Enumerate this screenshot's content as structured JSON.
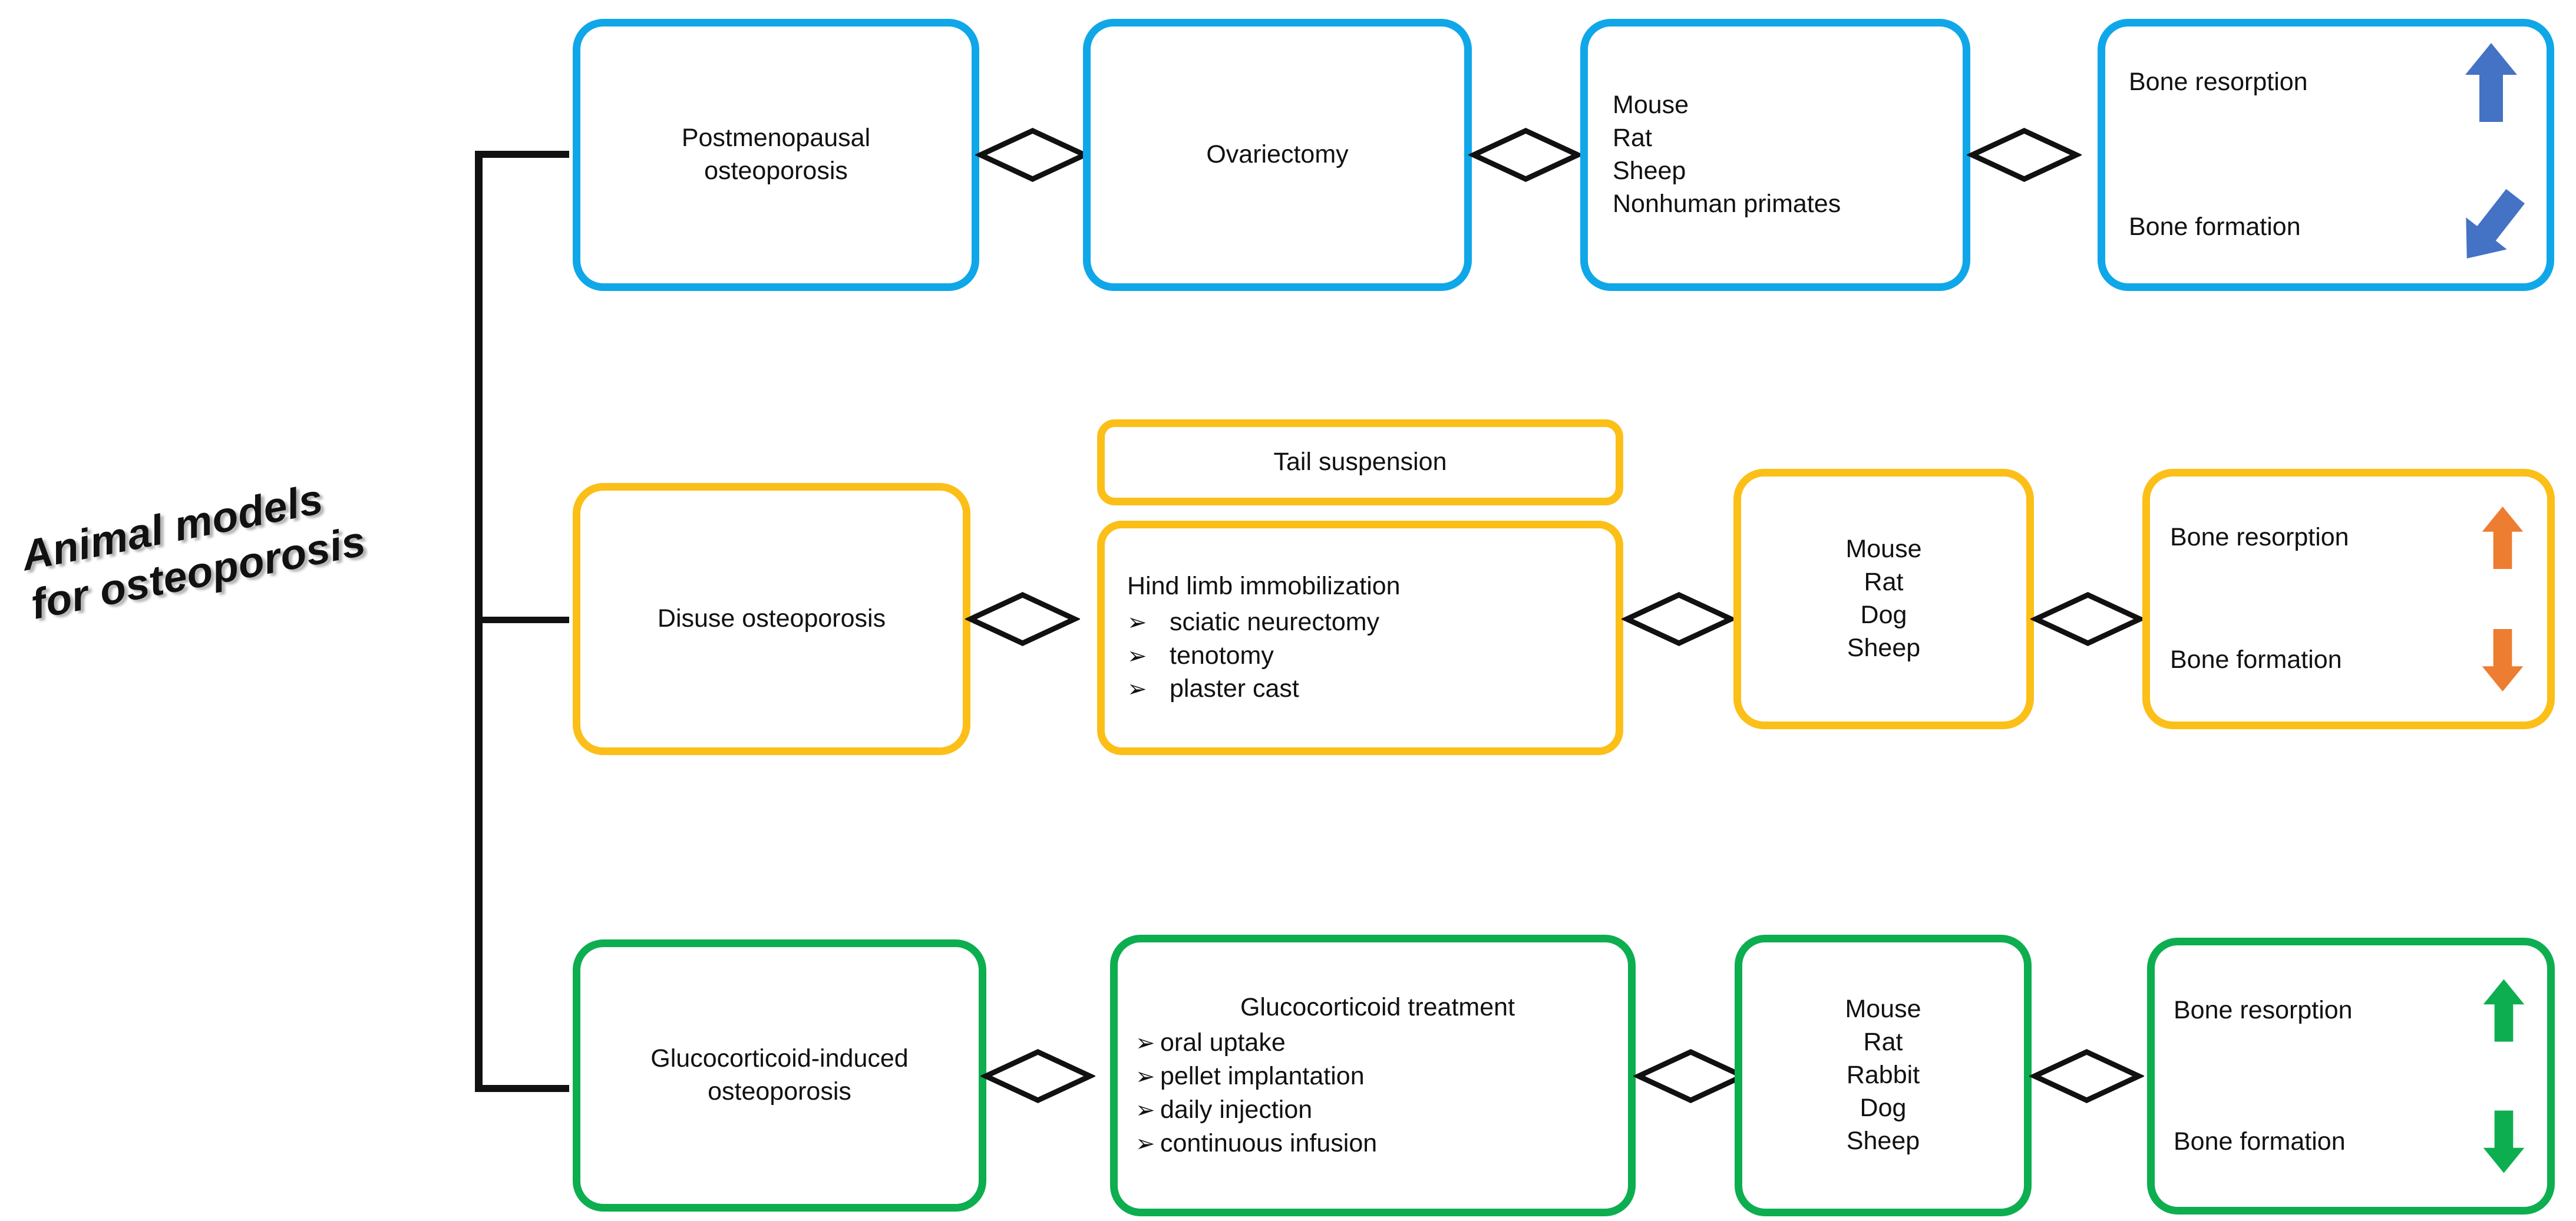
{
  "title": "Animal models\nfor osteoporosis",
  "colors": {
    "blue": "#0FA7E8",
    "amber": "#FCBF17",
    "green": "#0DAE4F",
    "arrow_blue": "#4472C4",
    "arrow_orange": "#ED7D31",
    "arrow_green": "#0DAE4F",
    "connector": "#111111"
  },
  "bullet_glyph": "➢",
  "rows": [
    {
      "id": "postmenopausal",
      "color": "blue",
      "model": "Postmenopausal\nosteoporosis",
      "method": "Ovariectomy",
      "species": "Mouse\nRat\nSheep\nNonhuman primates",
      "outcomes": [
        {
          "label": "Bone resorption",
          "direction": "up",
          "color": "#4472C4"
        },
        {
          "label": "Bone formation",
          "direction": "down-diagonal",
          "color": "#4472C4"
        }
      ]
    },
    {
      "id": "disuse",
      "color": "amber",
      "model": "Disuse osteoporosis",
      "method_top": "Tail suspension",
      "method_lead": "Hind limb immobilization",
      "method_items": [
        "sciatic neurectomy",
        "tenotomy",
        "plaster cast"
      ],
      "species": "Mouse\nRat\nDog\nSheep",
      "outcomes": [
        {
          "label": "Bone resorption",
          "direction": "up",
          "color": "#ED7D31"
        },
        {
          "label": "Bone formation",
          "direction": "down",
          "color": "#ED7D31"
        }
      ]
    },
    {
      "id": "glucocorticoid",
      "color": "green",
      "model": "Glucocorticoid-induced\nosteoporosis",
      "method_lead": "Glucocorticoid treatment",
      "method_items": [
        "oral uptake",
        "pellet implantation",
        "daily injection",
        "continuous infusion"
      ],
      "species": "Mouse\nRat\nRabbit\nDog\nSheep",
      "outcomes": [
        {
          "label": "Bone resorption",
          "direction": "up",
          "color": "#0DAE4F"
        },
        {
          "label": "Bone formation",
          "direction": "down",
          "color": "#0DAE4F"
        }
      ]
    }
  ]
}
